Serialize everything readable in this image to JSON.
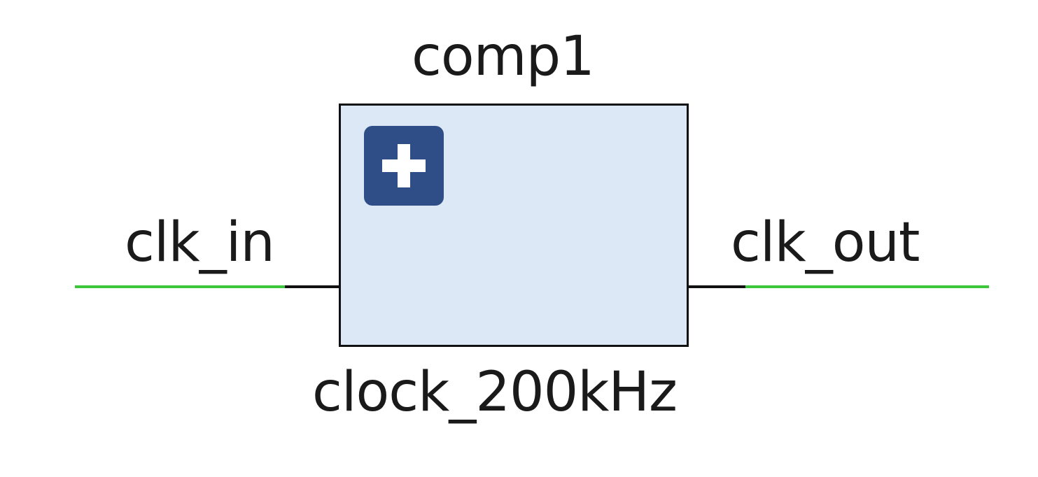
{
  "diagram": {
    "instance_name": "comp1",
    "module_name": "clock_200kHz",
    "ports": {
      "input": {
        "name": "clk_in"
      },
      "output": {
        "name": "clk_out"
      }
    },
    "expand_button": {
      "icon": "plus-icon"
    },
    "colors": {
      "block_fill": "#dde8f7",
      "block_border": "#111111",
      "net_wire": "#3cc63c",
      "pin_wire": "#111111",
      "expand_button": "#2f4d86"
    }
  }
}
